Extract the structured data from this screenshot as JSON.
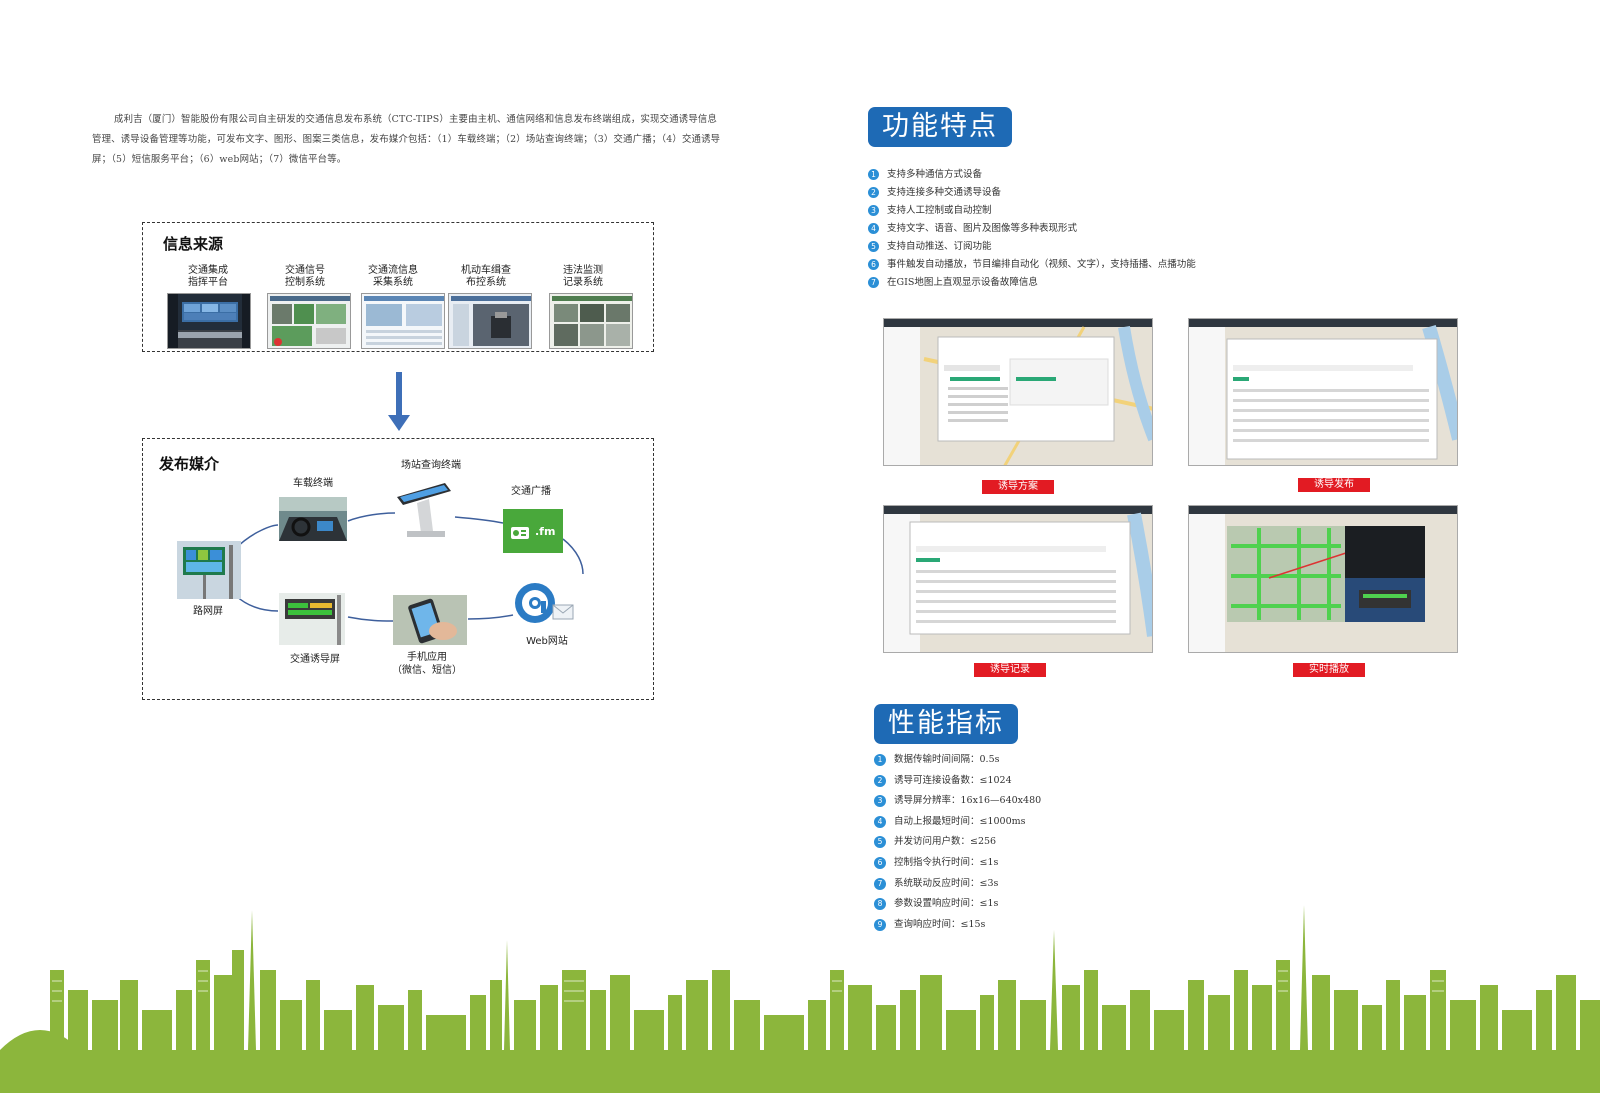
{
  "intro": {
    "paragraph": "成利吉（厦门）智能股份有限公司自主研发的交通信息发布系统（CTC-TIPS）主要由主机、通信网络和信息发布终端组成，实现交通诱导信息管理、诱导设备管理等功能，可发布文字、图形、图案三类信息，发布媒介包括：（1）车载终端；（2）场站查询终端；（3）交通广播；（4）交通诱导屏；（5）短信服务平台；（6）web网站；（7）微信平台等。"
  },
  "info_sources": {
    "title": "信息来源",
    "items": [
      {
        "label": "交通集成\n指挥平台"
      },
      {
        "label": "交通信号\n控制系统"
      },
      {
        "label": "交通流信息\n采集系统"
      },
      {
        "label": "机动车缉查\n布控系统"
      },
      {
        "label": "违法监测\n记录系统"
      }
    ]
  },
  "media": {
    "title": "发布媒介",
    "vehicle": "车载终端",
    "kiosk": "场站查询终端",
    "radio": "交通广播",
    "radio_logo": ".fm",
    "roadscreen": "路网屏",
    "guide_screen": "交通诱导屏",
    "mobile": "手机应用\n（微信、短信）",
    "web": "Web网站"
  },
  "features": {
    "title": "功能特点",
    "items": [
      {
        "n": "1",
        "text": "支持多种通信方式设备"
      },
      {
        "n": "2",
        "text": "支持连接多种交通诱导设备"
      },
      {
        "n": "3",
        "text": "支持人工控制或自动控制"
      },
      {
        "n": "4",
        "text": "支持文字、语音、图片及图像等多种表现形式"
      },
      {
        "n": "5",
        "text": "支持自动推送、订阅功能"
      },
      {
        "n": "6",
        "text": "事件触发自动播放，节目编排自动化（视频、文字），支持插播、点播功能"
      },
      {
        "n": "7",
        "text": "在GIS地图上直观显示设备故障信息"
      }
    ]
  },
  "screenshots": {
    "captions": [
      "诱导方案",
      "诱导发布",
      "诱导记录",
      "实时播放"
    ]
  },
  "performance": {
    "title": "性能指标",
    "items": [
      {
        "n": "1",
        "text": "数据传输时间间隔：0.5s"
      },
      {
        "n": "2",
        "text": "诱导可连接设备数：≤1024"
      },
      {
        "n": "3",
        "text": "诱导屏分辨率：16x16—640x480"
      },
      {
        "n": "4",
        "text": "自动上报最短时间：≤1000ms"
      },
      {
        "n": "5",
        "text": "并发访问用户数：≤256"
      },
      {
        "n": "6",
        "text": "控制指令执行时间：≤1s"
      },
      {
        "n": "7",
        "text": "系统联动反应时间：≤3s"
      },
      {
        "n": "8",
        "text": "参数设置响应时间：≤1s"
      },
      {
        "n": "9",
        "text": "查询响应时间：≤15s"
      }
    ]
  },
  "colors": {
    "header_blue": "#1e6ab5",
    "number_blue": "#2b8fd6",
    "caption_red": "#e21b23",
    "skyline_green": "#8cb63c"
  }
}
